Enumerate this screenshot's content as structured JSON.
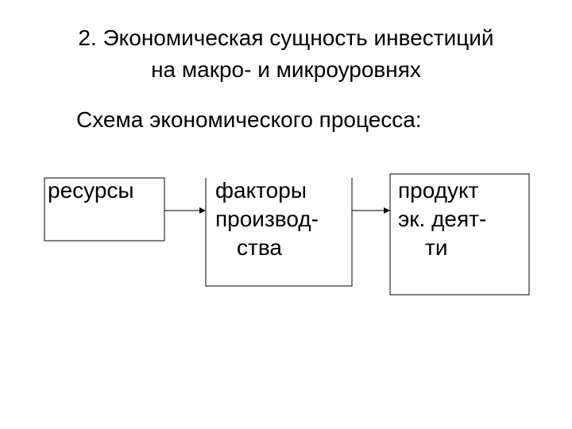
{
  "title": {
    "line1": "2. Экономическая сущность инвестиций",
    "line2": "на макро- и микроуровнях"
  },
  "subtitle": "Схема экономического процесса:",
  "boxes": [
    {
      "lines": [
        "ресурсы"
      ]
    },
    {
      "lines": [
        "факторы",
        "производ-",
        "ства"
      ]
    },
    {
      "lines": [
        "продукт",
        "эк. деят-",
        "ти"
      ]
    }
  ],
  "colors": {
    "text": "#000000",
    "lines": "#000000",
    "background": "#ffffff"
  }
}
